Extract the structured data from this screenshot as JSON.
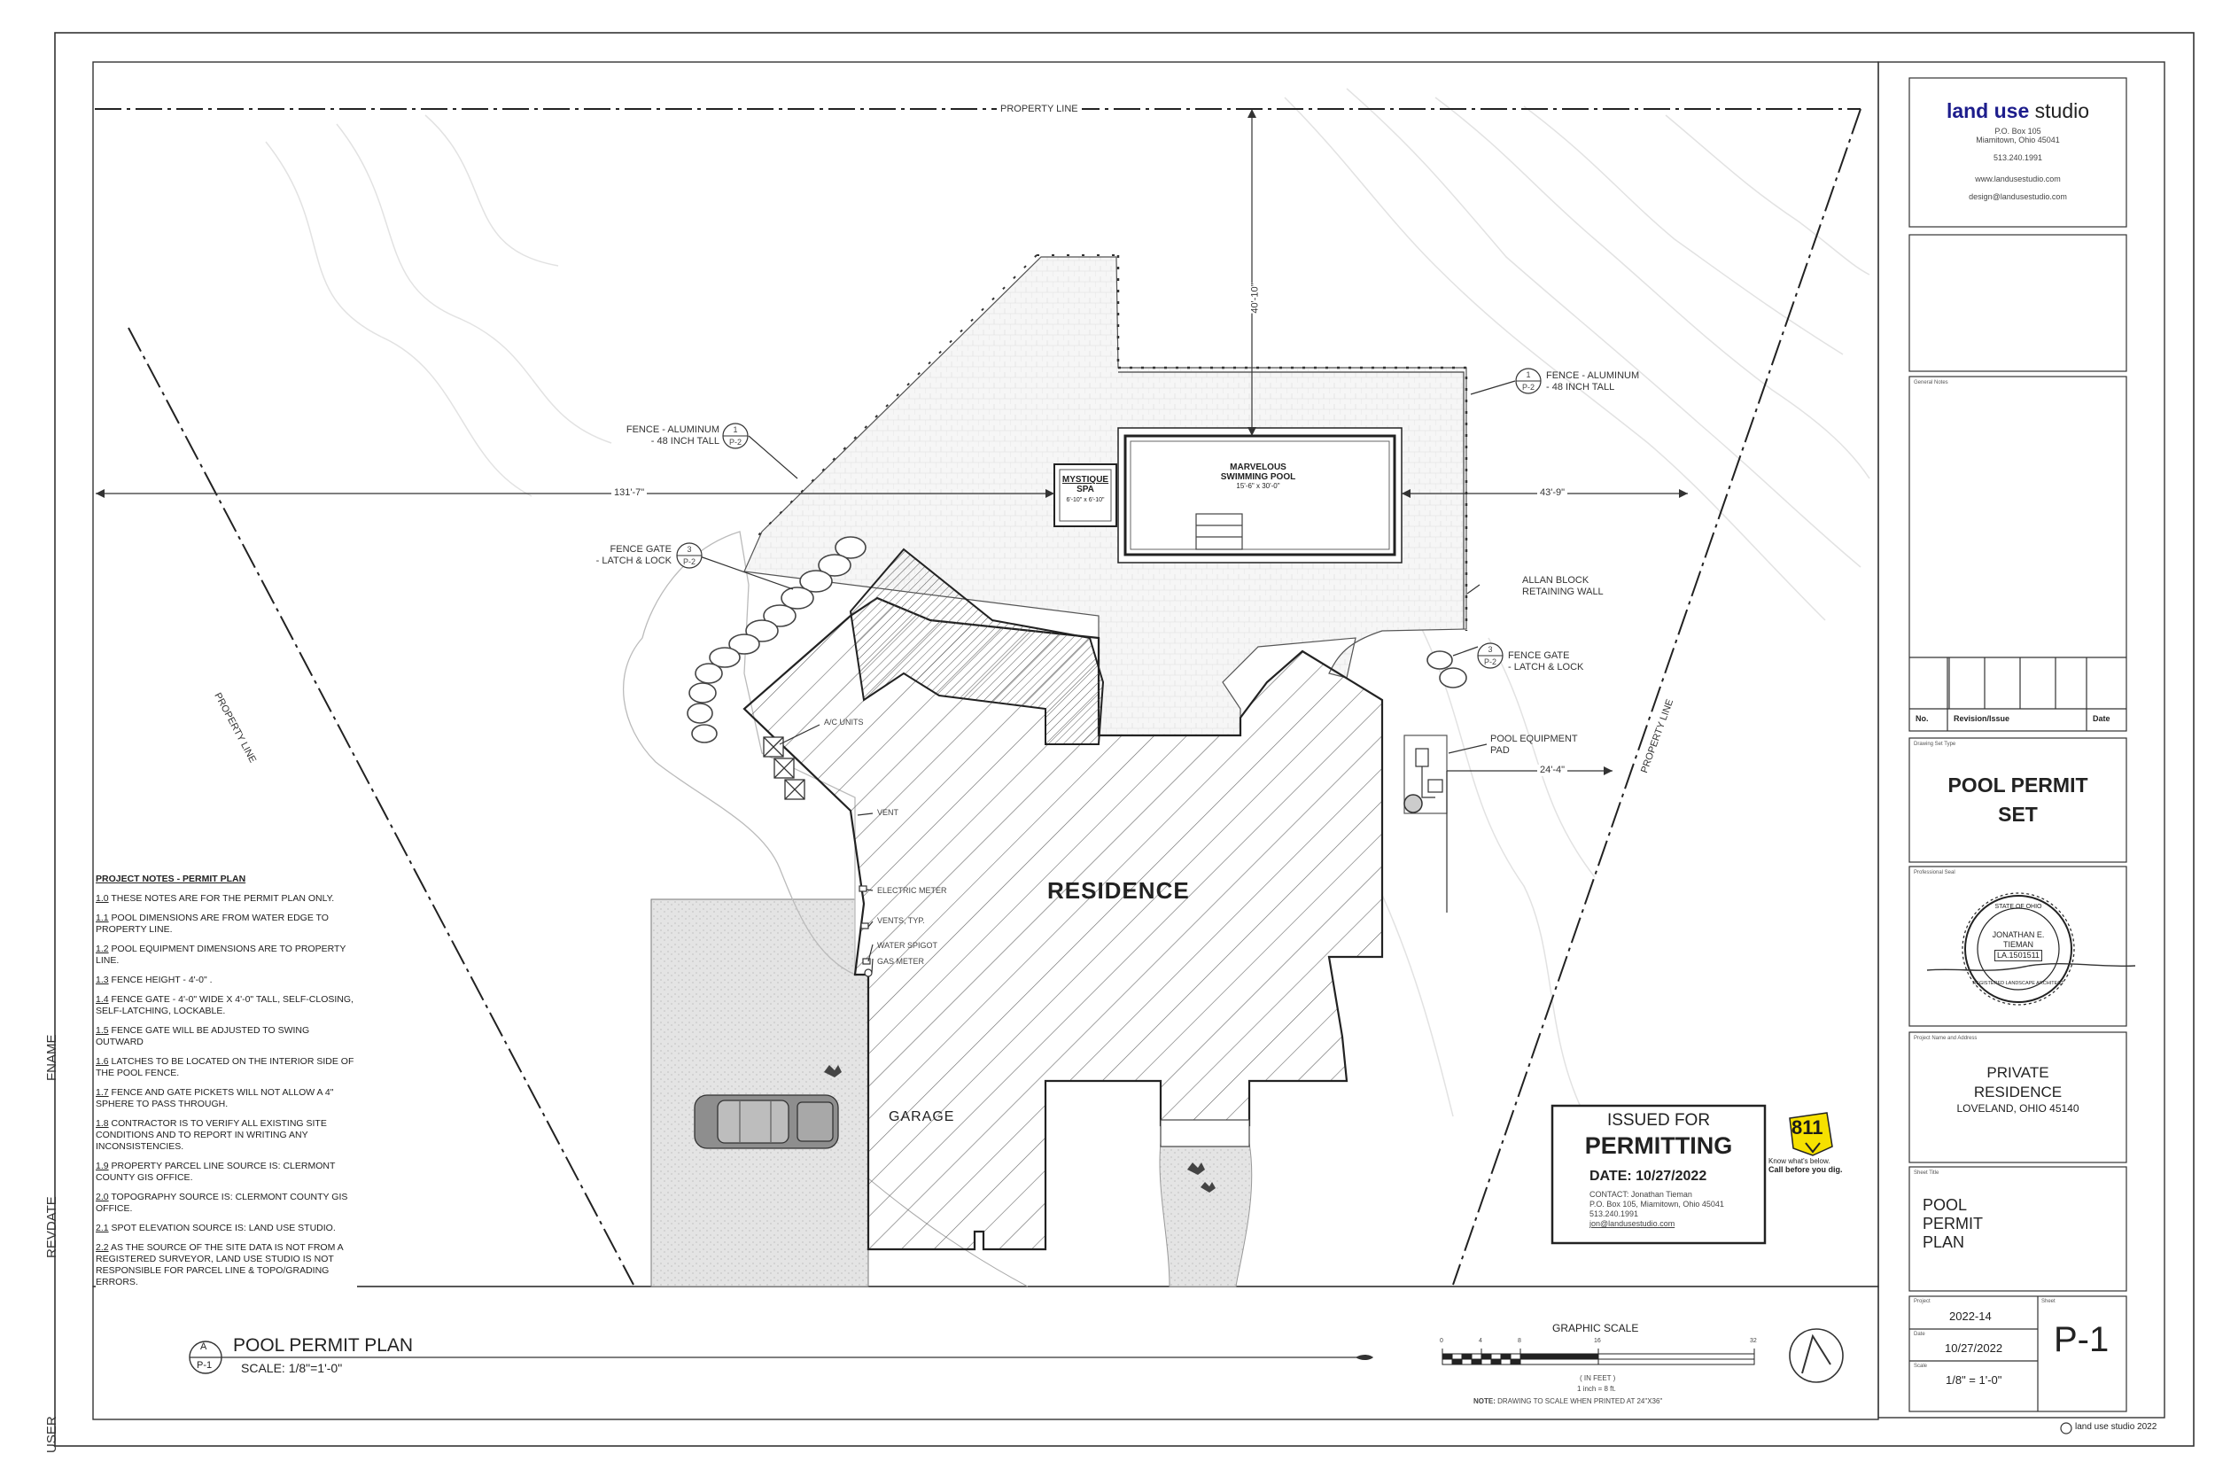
{
  "margin_labels": {
    "fname": "FNAME",
    "revdate": "REVDATE",
    "user": "USER"
  },
  "firm": {
    "name_bold": "land use",
    "name_light": "studio",
    "address1": "P.O. Box 105",
    "address2": "Miamitown, Ohio 45041",
    "phone": "513.240.1991",
    "web": "www.landusestudio.com",
    "email": "design@landusestudio.com"
  },
  "title_block": {
    "general_notes_label": "General Notes",
    "rev_no": "No.",
    "rev_issue": "Revision/Issue",
    "rev_date": "Date",
    "drawing_set_label": "Drawing Set Type",
    "drawing_set_line1": "POOL PERMIT",
    "drawing_set_line2": "SET",
    "seal_label": "Professional Seal",
    "seal_name": "JONATHAN E.",
    "seal_name2": "TIEMAN",
    "seal_number": "LA.1501511",
    "seal_ring_top": "STATE OF OHIO",
    "seal_ring_bottom": "REGISTERED LANDSCAPE ARCHITECT",
    "project_label": "Project Name and Address",
    "project_line1": "PRIVATE",
    "project_line2": "RESIDENCE",
    "project_line3": "LOVELAND, OHIO 45140",
    "sheet_title_label": "Sheet Title",
    "sheet_title_1": "POOL",
    "sheet_title_2": "PERMIT",
    "sheet_title_3": "PLAN",
    "project_no_label": "Project",
    "project_no": "2022-14",
    "date_label": "Date",
    "date": "10/27/2022",
    "scale_label": "Scale",
    "scale": "1/8\" = 1'-0\"",
    "sheet_label": "Sheet",
    "sheet_no": "P-1",
    "copyright": "land use studio 2022"
  },
  "plan": {
    "property_line": "PROPERTY LINE",
    "dim_top": "40'-10\"",
    "dim_left": "131'-7\"",
    "dim_right": "43'-9\"",
    "dim_equip": "24'-4\"",
    "fence_left_line1": "FENCE - ALUMINUM",
    "fence_left_line2": "- 48 INCH TALL",
    "fence_right_line1": "FENCE - ALUMINUM",
    "fence_right_line2": "- 48 INCH TALL",
    "tag_fence_num": "1",
    "tag_fence_sheet": "P-2",
    "gate_left_line1": "FENCE GATE",
    "gate_left_line2": "- LATCH & LOCK",
    "gate_right_line1": "FENCE GATE",
    "gate_right_line2": "- LATCH & LOCK",
    "tag_gate_num": "3",
    "tag_gate_sheet": "P-2",
    "spa_name": "MYSTIQUE",
    "spa_name2": "SPA",
    "spa_size": "6'-10\" x 6'-10\"",
    "pool_name": "MARVELOUS",
    "pool_name2": "SWIMMING POOL",
    "pool_size": "15'-6\" x 30'-0\"",
    "wall_line1": "ALLAN BLOCK",
    "wall_line2": "RETAINING WALL",
    "equip_line1": "POOL EQUIPMENT",
    "equip_line2": "PAD",
    "residence": "RESIDENCE",
    "garage": "GARAGE",
    "ac_units": "A/C UNITS",
    "vent": "VENT",
    "electric_meter": "ELECTRIC METER",
    "vents_typ": "VENTS, TYP.",
    "water_spigot": "WATER SPIGOT",
    "gas_meter": "GAS METER"
  },
  "notes": {
    "heading": "PROJECT NOTES - PERMIT PLAN",
    "items": [
      {
        "num": "1.0",
        "text": "THESE NOTES ARE FOR THE PERMIT PLAN ONLY."
      },
      {
        "num": "1.1",
        "text": "POOL DIMENSIONS ARE FROM WATER EDGE TO PROPERTY LINE."
      },
      {
        "num": "1.2",
        "text": "POOL EQUIPMENT DIMENSIONS ARE TO PROPERTY LINE."
      },
      {
        "num": "1.3",
        "text": "FENCE HEIGHT - 4'-0\" ."
      },
      {
        "num": "1.4",
        "text": "FENCE GATE - 4'-0\" WIDE X 4'-0\" TALL, SELF-CLOSING, SELF-LATCHING, LOCKABLE."
      },
      {
        "num": "1.5",
        "text": "FENCE GATE WILL BE ADJUSTED TO SWING OUTWARD"
      },
      {
        "num": "1.6",
        "text": "LATCHES TO BE LOCATED ON THE INTERIOR SIDE OF THE POOL FENCE."
      },
      {
        "num": "1.7",
        "text": "FENCE AND GATE PICKETS WILL NOT ALLOW A 4\" SPHERE TO PASS THROUGH."
      },
      {
        "num": "1.8",
        "text": "CONTRACTOR IS TO VERIFY ALL EXISTING SITE CONDITIONS AND TO REPORT IN WRITING ANY INCONSISTENCIES."
      },
      {
        "num": "1.9",
        "text": "PROPERTY PARCEL LINE SOURCE IS: CLERMONT COUNTY GIS OFFICE."
      },
      {
        "num": "2.0",
        "text": "TOPOGRAPHY SOURCE IS: CLERMONT COUNTY GIS OFFICE."
      },
      {
        "num": "2.1",
        "text": "SPOT ELEVATION SOURCE IS: LAND USE STUDIO."
      },
      {
        "num": "2.2",
        "text": "AS THE SOURCE OF THE SITE DATA IS NOT FROM A REGISTERED SURVEYOR, LAND USE STUDIO IS NOT RESPONSIBLE FOR PARCEL LINE & TOPO/GRADING ERRORS."
      }
    ]
  },
  "stamp": {
    "line1": "ISSUED FOR",
    "line2": "PERMITTING",
    "date": "DATE: 10/27/2022",
    "contact1": "CONTACT: Jonathan Tieman",
    "contact2": "P.O. Box 105, Miamitown, Ohio 45041",
    "contact3": "513.240.1991",
    "contact4": "jon@landusestudio.com"
  },
  "logo_811": {
    "number": "811",
    "line1": "Know what's below.",
    "line2": "Call before you dig."
  },
  "plan_title": {
    "letter": "A",
    "sheet": "P-1",
    "title": "POOL PERMIT PLAN",
    "scale": "SCALE: 1/8\"=1'-0\""
  },
  "graphic_scale": {
    "title": "GRAPHIC SCALE",
    "ticks": [
      "0",
      "4",
      "8",
      "16",
      "32"
    ],
    "unit": "( IN FEET )",
    "ratio": "1 inch = 8 ft.",
    "note_bold": "NOTE:",
    "note": "DRAWING TO SCALE WHEN PRINTED AT 24\"X36\""
  }
}
